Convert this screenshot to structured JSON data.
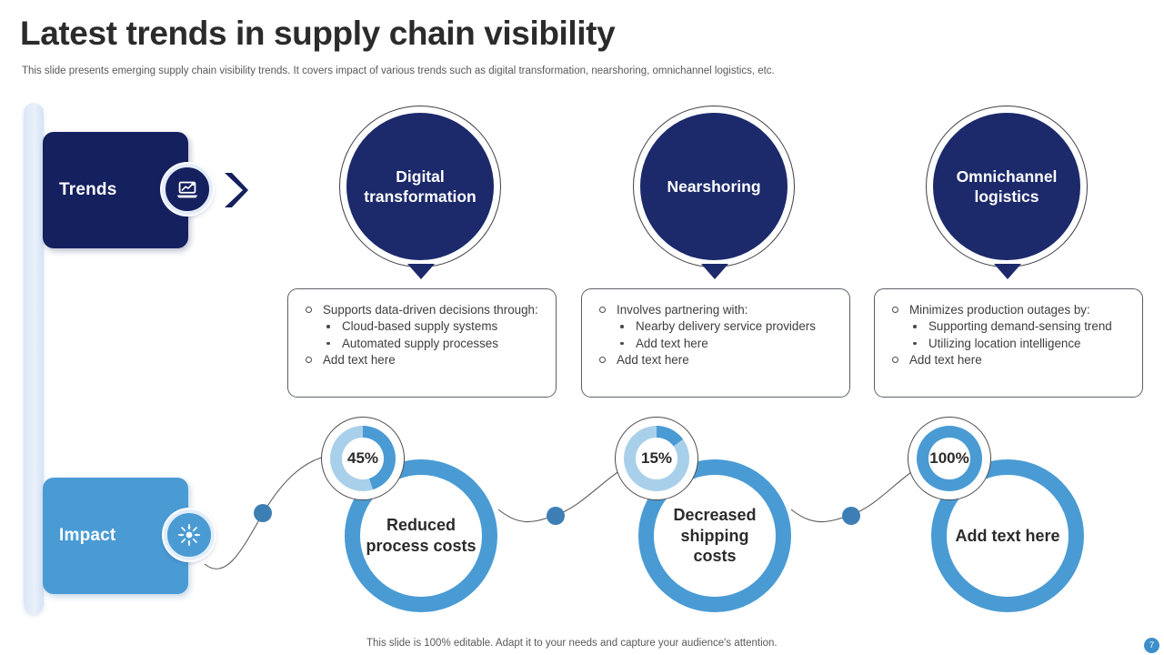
{
  "header": {
    "title": "Latest trends in supply chain visibility",
    "subtitle": "This slide presents emerging supply chain visibility trends. It covers impact of various trends such as digital transformation, nearshoring, omnichannel logistics, etc."
  },
  "labels": {
    "trends": "Trends",
    "impact": "Impact",
    "trends_icon": "laptop-chart-icon",
    "impact_icon": "impact-burst-icon",
    "chevron_icon": "chevron-right-icon"
  },
  "colors": {
    "navy": "#1c2a6b",
    "navy_dark": "#15205e",
    "blue": "#4a9bd4",
    "blue_light": "#a9d0ea",
    "rail": "#dbe6f7",
    "text_dark": "#2b2b2b",
    "text_body": "#3d3d3d"
  },
  "trends": [
    {
      "title": "Digital transformation",
      "bullets": [
        {
          "text": "Supports data-driven decisions through:",
          "sub": [
            "Cloud-based supply systems",
            "Automated supply processes"
          ]
        },
        {
          "text": "Add text here",
          "sub": []
        }
      ]
    },
    {
      "title": "Nearshoring",
      "bullets": [
        {
          "text": "Involves  partnering with:",
          "sub": [
            "Nearby delivery service providers",
            "Add text here"
          ]
        },
        {
          "text": "Add text here",
          "sub": []
        }
      ]
    },
    {
      "title": "Omnichannel logistics",
      "bullets": [
        {
          "text": "Minimizes production outages by:",
          "sub": [
            "Supporting demand-sensing trend",
            "Utilizing location intelligence"
          ]
        },
        {
          "text": "Add text here",
          "sub": []
        }
      ]
    }
  ],
  "impacts": [
    {
      "percent": "45%",
      "value": 45,
      "label": "Reduced process costs"
    },
    {
      "percent": "15%",
      "value": 15,
      "label": "Decreased shipping costs"
    },
    {
      "percent": "100%",
      "value": 100,
      "label": "Add text here"
    }
  ],
  "footer": {
    "note": "This slide is 100% editable. Adapt it to your needs and capture your audience's attention.",
    "page": "7"
  }
}
